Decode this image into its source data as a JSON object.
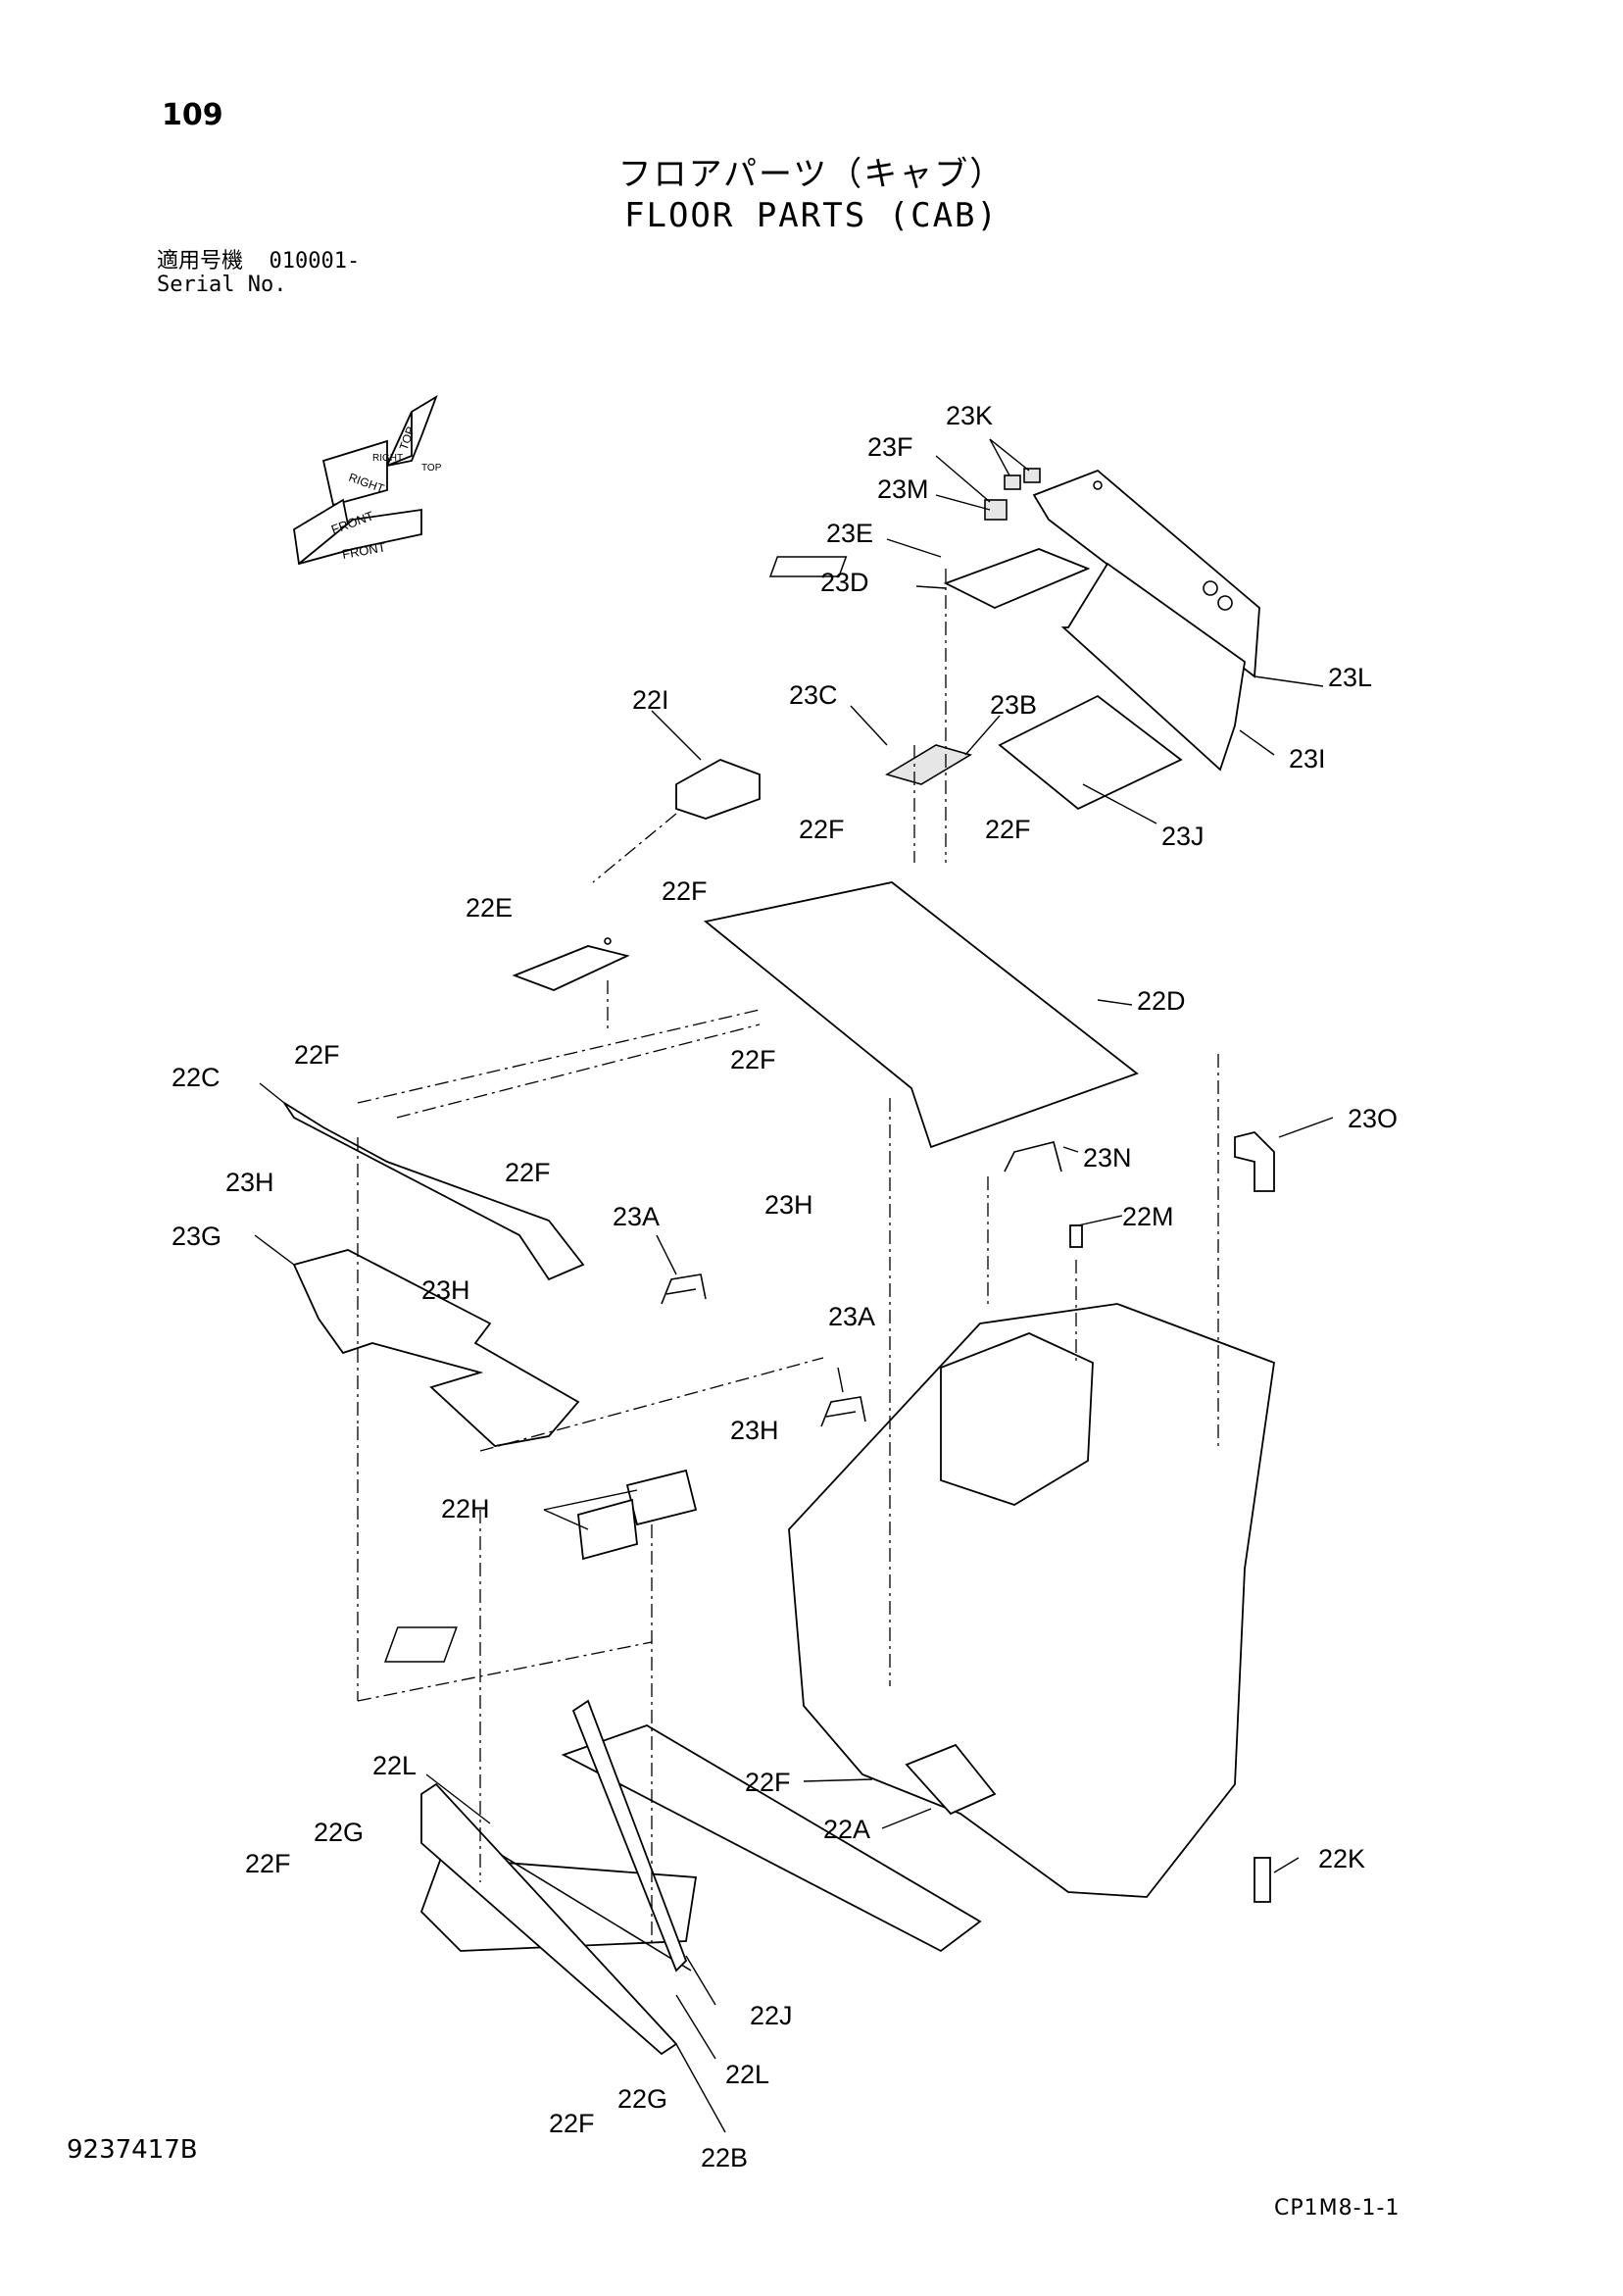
{
  "header": {
    "page_number": "109",
    "title_jp": "フロアパーツ（キャブ）",
    "title_en": "FLOOR PARTS (CAB)",
    "serial_label_jp": "適用号機",
    "serial_value": "010001-",
    "serial_label_en": "Serial No."
  },
  "orientation": {
    "labels": [
      "TOP",
      "RIGHT",
      "FRONT",
      "FRONT",
      "TOP",
      "RIGHT"
    ]
  },
  "callouts": {
    "c23K": "23K",
    "c23F_top": "23F",
    "c23M": "23M",
    "c23E": "23E",
    "c23D": "23D",
    "c23L": "23L",
    "c23I": "23I",
    "c23C": "23C",
    "c23B": "23B",
    "c22I": "22I",
    "c23J": "23J",
    "c22F_a": "22F",
    "c22F_b": "22F",
    "c22E": "22E",
    "c22F_c": "22F",
    "c22D": "22D",
    "c22F_d": "22F",
    "c22C": "22C",
    "c22F_e": "22F",
    "c23O": "23O",
    "c23N": "23N",
    "c23H_a": "23H",
    "c22F_f": "22F",
    "c22M": "22M",
    "c23A_a": "23A",
    "c23H_b": "23H",
    "c23G": "23G",
    "c23H_c": "23H",
    "c23A_b": "23A",
    "c23H_d": "23H",
    "c22H": "22H",
    "c22F_g": "22F",
    "c22L_a": "22L",
    "c22A": "22A",
    "c22G_a": "22G",
    "c22F_h": "22F",
    "c22K": "22K",
    "c22J": "22J",
    "c22L_b": "22L",
    "c22G_b": "22G",
    "c22F_i": "22F",
    "c22B": "22B"
  },
  "footer": {
    "doc_number": "9237417B",
    "drawing_code": "CP1M8-1-1"
  }
}
